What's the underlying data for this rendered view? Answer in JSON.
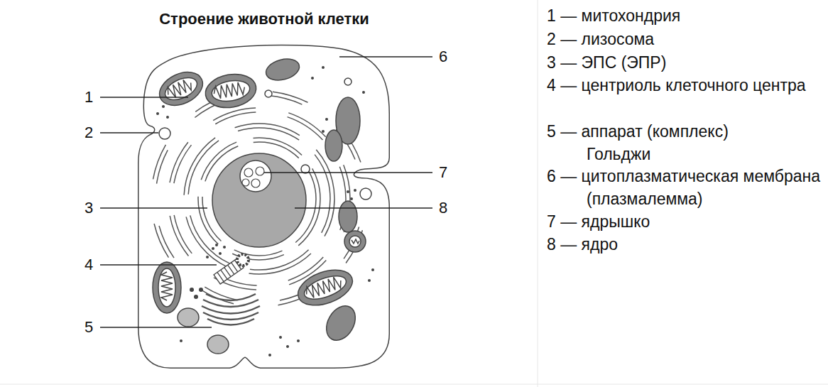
{
  "diagram": {
    "title": "Строение животной клетки",
    "labels": [
      "1",
      "2",
      "3",
      "4",
      "5",
      "6",
      "7",
      "8",
      "1 — митохондрия",
      "2 — лизосома",
      "3 — ЭПС (ЭПР)",
      "4 — центриоль клеточного центра",
      "5 — аппарат (комплекс) Гольджи",
      "6 — цитоплазматическая мембрана (плазмалемма)",
      "7 — ядрышко",
      "8 — ядро"
    ]
  }
}
